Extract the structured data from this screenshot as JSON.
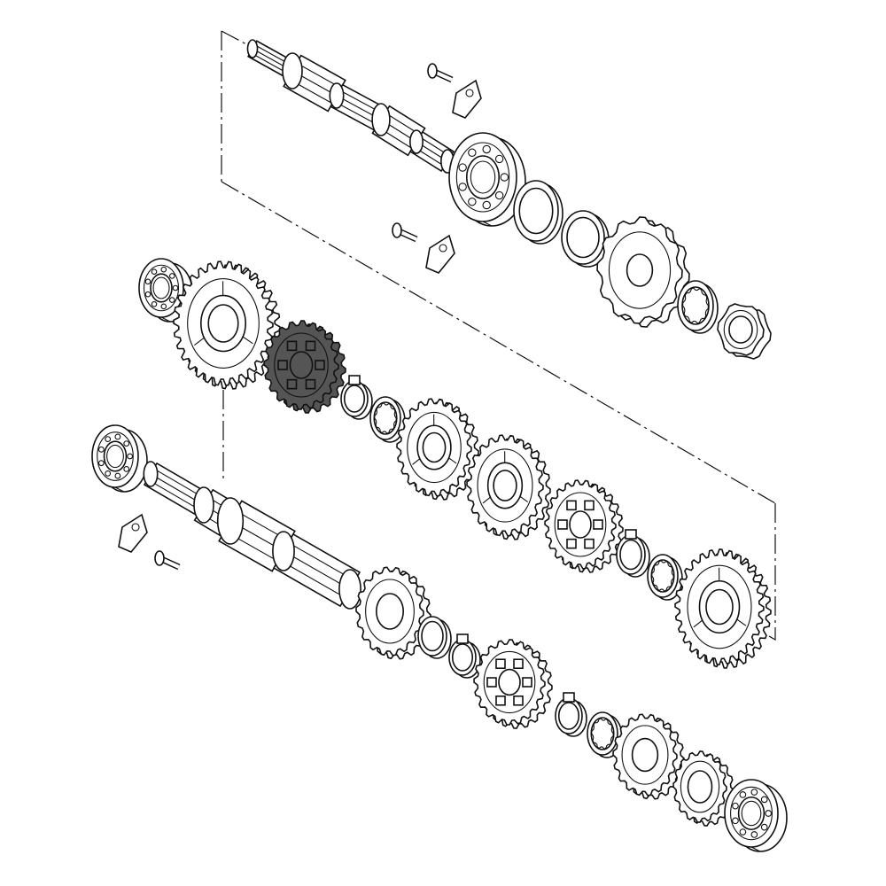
{
  "diagram": {
    "kind": "exploded-parts-view",
    "colors": {
      "line": "#111111",
      "background": "#ffffff",
      "highlighted_part": "#555555"
    },
    "parts": [
      "output-shaft",
      "lock-screw-upper",
      "lock-plate-upper",
      "bearing-output",
      "oil-seal",
      "collar",
      "lock-screw-lower",
      "lock-plate-lower",
      "front-sprocket",
      "lock-washer",
      "sprocket-nut",
      "bearing-countershaft-left",
      "countershaft-gear-large",
      "shift-gear-highlighted",
      "circlip-1",
      "splined-washer-1",
      "countershaft-gear-2",
      "countershaft-gear-3",
      "countershaft-gear-4",
      "circlip-2",
      "splined-washer-2",
      "countershaft-gear-large-right",
      "bearing-mainshaft-left",
      "mainshaft",
      "bearing-retainer",
      "retainer-screw",
      "mainshaft-gear-1",
      "thrust-washer-1",
      "circlip-3",
      "mainshaft-gear-2",
      "circlip-4",
      "splined-washer-3",
      "mainshaft-gear-3",
      "mainshaft-gear-4",
      "bearing-mainshaft-right"
    ]
  }
}
